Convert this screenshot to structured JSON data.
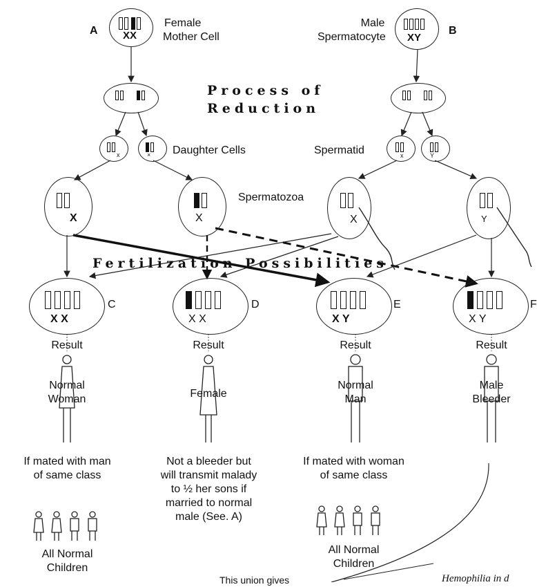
{
  "cells": {
    "a": {
      "letter": "A",
      "chrom_label": "XX",
      "label_line1": "Female",
      "label_line2": "Mother Cell"
    },
    "b": {
      "letter": "B",
      "chrom_label": "XY",
      "label_line1": "Male",
      "label_line2": "Spermatocyte"
    }
  },
  "headings": {
    "process_line1": "Process of",
    "process_line2": "Reduction",
    "fertilization": "Fertilization Possibilities"
  },
  "labels": {
    "daughter_cells": "Daughter Cells",
    "spermatid": "Spermatid",
    "spermatozoa": "Spermatozoa"
  },
  "gametes": {
    "egg_x": "X",
    "egg_carrier": "X",
    "sperm_x": "X",
    "sperm_y": "Y"
  },
  "zygotes": {
    "c": {
      "letter": "C",
      "chroms": "X X"
    },
    "d": {
      "letter": "D",
      "chroms": "X X"
    },
    "e": {
      "letter": "E",
      "chroms": "X Y"
    },
    "f": {
      "letter": "F",
      "chroms": "X Y"
    }
  },
  "results": {
    "label": "Result"
  },
  "figures": {
    "c_line1": "Normal",
    "c_line2": "Woman",
    "d_line1": "Female",
    "e_line1": "Normal",
    "e_line2": "Man",
    "f_line1": "Male",
    "f_line2": "Bleeder"
  },
  "notes": {
    "c": [
      "If mated with man",
      "of same class",
      "All Normal",
      "Children"
    ],
    "d": [
      "Not a bleeder but",
      "will transmit malady",
      "to ½ her sons if",
      "married to normal",
      "male (See. A)"
    ],
    "e": [
      "If mated with woman",
      "of same class",
      "All Normal",
      "Children"
    ]
  },
  "footer": {
    "union_gives": "This union gives",
    "hemophilia": "Hemophilia in d"
  }
}
